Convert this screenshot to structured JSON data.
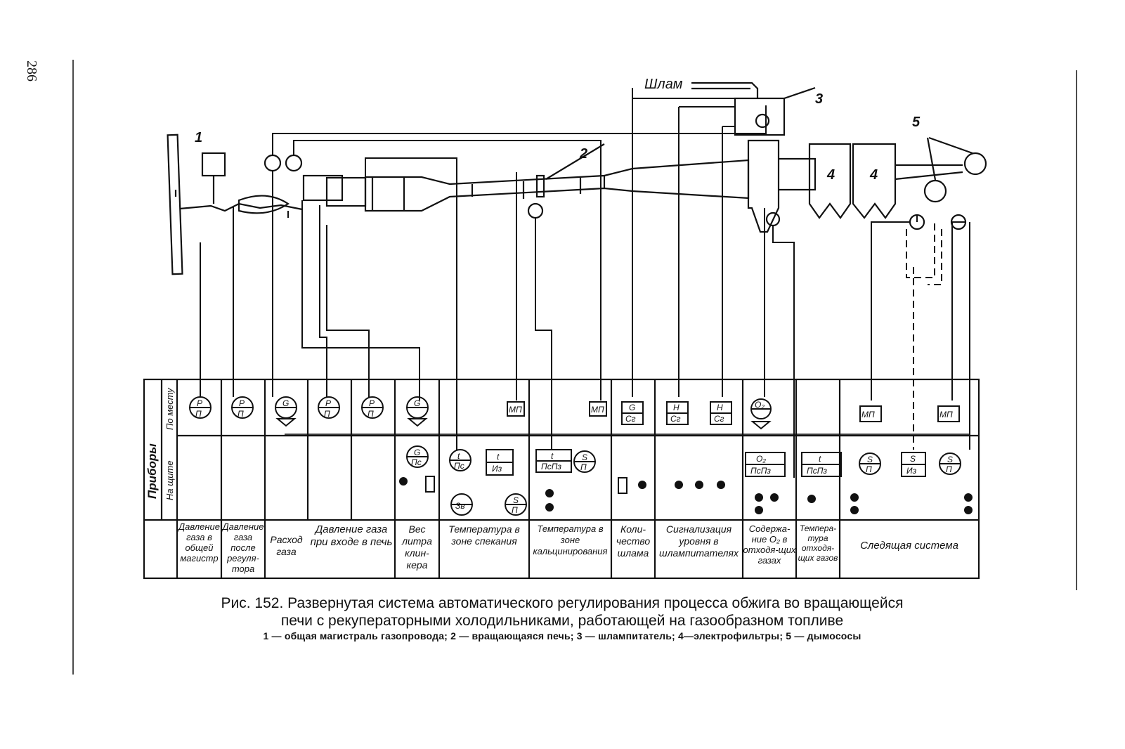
{
  "page_number": "286",
  "figure": {
    "caption_line1": "Рис. 152. Развернутая система автоматического регулирования процесса обжига во вращающейся",
    "caption_line2": "печи с рекуператорными холодильниками, работающей на газообразном топливе",
    "legend": "1 — общая магистраль газопровода; 2 — вращающаяся печь; 3 — шлампитатель; 4—электрофильтры; 5 — дымососы"
  },
  "callouts": {
    "gas_main": "1",
    "kiln": "2",
    "slurry_feeder": "3",
    "precipitator_a": "4",
    "precipitator_b": "4",
    "exhausters": "5"
  },
  "slurry_label": "Шлам",
  "panel": {
    "group_title": "Приборы",
    "row_local": "По месту",
    "row_board": "На щите",
    "instruments": {
      "p": "P",
      "pi": "П",
      "g": "G",
      "pc": "Пс",
      "t": "t",
      "iz": "Из",
      "s": "S",
      "mp": "МП",
      "sg": "Сг",
      "h": "H",
      "o2": "O₂",
      "pcpz": "ПсПз",
      "zv": "Зв"
    },
    "columns": [
      {
        "label": "Давление газа в общей магистр"
      },
      {
        "label": "Давление газа после регуля-тора"
      },
      {
        "label": "Расход газа"
      },
      {
        "label": "Давление газа при входе в печь"
      },
      {
        "label": "Вес литра клин-кера"
      },
      {
        "label": "Температура в зоне спекания"
      },
      {
        "label": "Температура в зоне кальцинирования"
      },
      {
        "label": "Коли-чество шлама"
      },
      {
        "label": "Сигнализация уровня в шлампитателях"
      },
      {
        "label": "Содержа-ние O₂ в отходя-щих газах"
      },
      {
        "label": "Темпера-тура отходя-щих газов"
      },
      {
        "label": "Следящая система"
      }
    ]
  },
  "colors": {
    "ink": "#111111",
    "paper": "#ffffff"
  }
}
